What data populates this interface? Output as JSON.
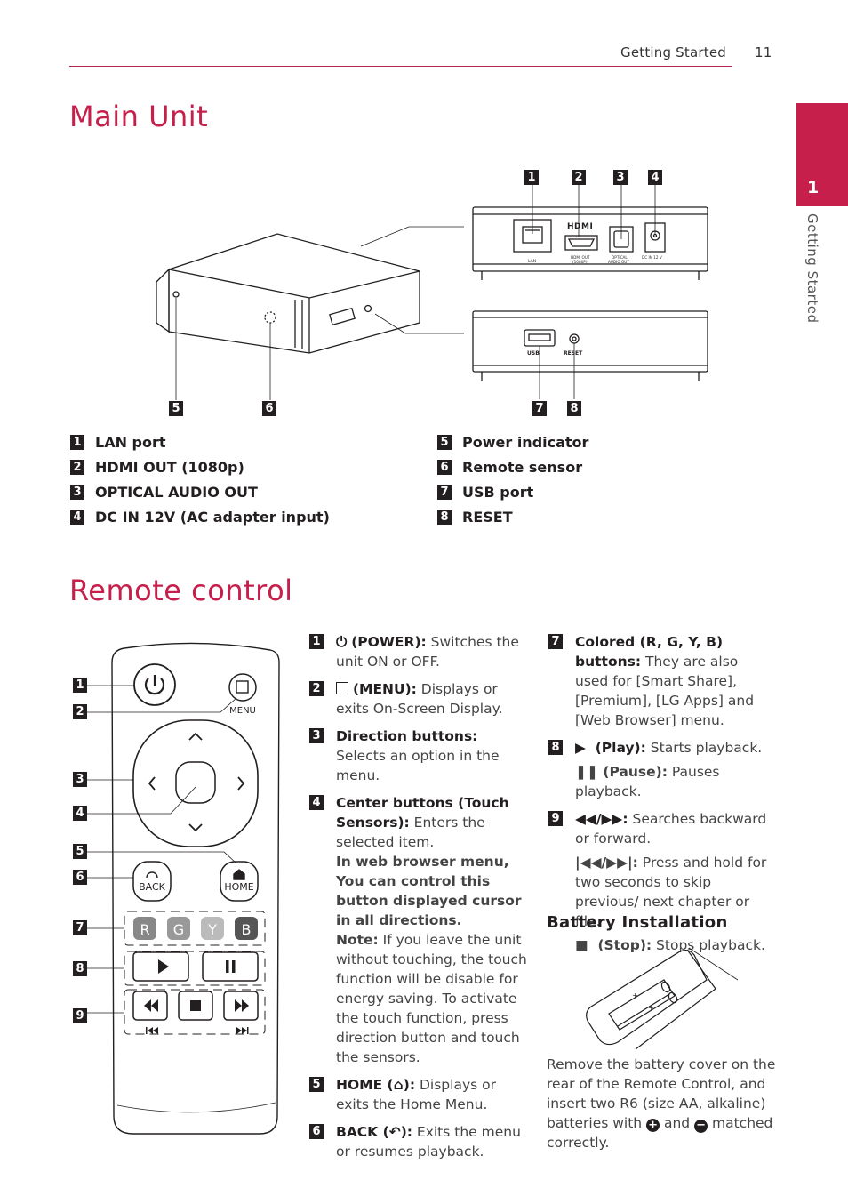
{
  "header": {
    "section": "Getting Started",
    "page_number": "11"
  },
  "side_tab": {
    "number": "1",
    "label": "Getting Started"
  },
  "main_unit": {
    "title": "Main Unit",
    "diagram_labels": {
      "lan": "LAN",
      "hdmi": "HDMI OUT\n(1080p)",
      "optical": "OPTICAL\nAUDIO OUT",
      "dcin": "DC IN 12 V",
      "usb": "USB",
      "reset": "RESET"
    },
    "callouts": [
      "1",
      "2",
      "3",
      "4",
      "5",
      "6",
      "7",
      "8"
    ],
    "items": [
      {
        "num": "1",
        "label": "LAN port"
      },
      {
        "num": "2",
        "label": "HDMI OUT (1080p)"
      },
      {
        "num": "3",
        "label": "OPTICAL AUDIO OUT"
      },
      {
        "num": "4",
        "label": "DC IN 12V (AC adapter input)"
      },
      {
        "num": "5",
        "label": "Power indicator"
      },
      {
        "num": "6",
        "label": "Remote sensor"
      },
      {
        "num": "7",
        "label": "USB port"
      },
      {
        "num": "8",
        "label": "RESET"
      }
    ]
  },
  "remote": {
    "title": "Remote control",
    "callouts": [
      "1",
      "2",
      "3",
      "4",
      "5",
      "6",
      "7",
      "8",
      "9"
    ],
    "labels": {
      "menu": "MENU",
      "back": "BACK",
      "home": "HOME",
      "r": "R",
      "g": "G",
      "y": "Y",
      "b": "B"
    },
    "col1": [
      {
        "num": "1",
        "bold": "(POWER):",
        "text": " Switches the unit ON or OFF.",
        "icon": "power-icon"
      },
      {
        "num": "2",
        "bold": "(MENU):",
        "text": " Displays or exits On-Screen Display.",
        "icon": "menu-icon"
      },
      {
        "num": "3",
        "bold": "Direction buttons:",
        "text": " Selects an option in the menu."
      },
      {
        "num": "4",
        "bold": "Center buttons (Touch Sensors):",
        "text": " Enters the selected item."
      }
    ],
    "col1_extra": {
      "bold_para": "In web browser menu, You can control this button displayed cursor in all directions.",
      "note_bold": "Note:",
      "note_text": " If you leave the unit without touching, the touch function will be disable for energy saving. To activate the touch function, press direction button and touch the sensors."
    },
    "col1_b": [
      {
        "num": "5",
        "bold_pre": "HOME (",
        "bold_post": "):",
        "text": " Displays or exits the Home Menu.",
        "icon": "home-icon"
      },
      {
        "num": "6",
        "bold_pre": "BACK (",
        "bold_post": "):",
        "text": " Exits the menu or resumes playback.",
        "icon": "back-icon"
      }
    ],
    "col2": [
      {
        "num": "7",
        "bold": "Colored (R, G, Y, B) buttons:",
        "text": " They are also used for [Smart Share], [Premium], [LG Apps] and [Web Browser] menu."
      },
      {
        "num": "8",
        "bold": "(Play):",
        "text": " Starts playback.",
        "icon": "play-icon"
      }
    ],
    "col2_sub": [
      {
        "bold": "(Pause):",
        "text": " Pauses playback.",
        "icon": "pause-icon"
      }
    ],
    "col2_9": {
      "num": "9",
      "bold": ":",
      "text": " Searches backward or forward.",
      "icon": "rewind-forward-icon"
    },
    "col2_sub2": [
      {
        "bold": ":",
        "text": " Press and hold for two seconds to skip previous/ next chapter or file.",
        "icon": "skip-icon"
      },
      {
        "bold": "(Stop):",
        "text": " Stops playback.",
        "icon": "stop-icon"
      }
    ]
  },
  "battery": {
    "title": "Battery Installation",
    "text_a": "Remove the battery cover on the rear of the Remote Control, and insert two R6 (size AA, alkaline) batteries with ",
    "text_b": " and ",
    "text_c": " matched correctly."
  }
}
